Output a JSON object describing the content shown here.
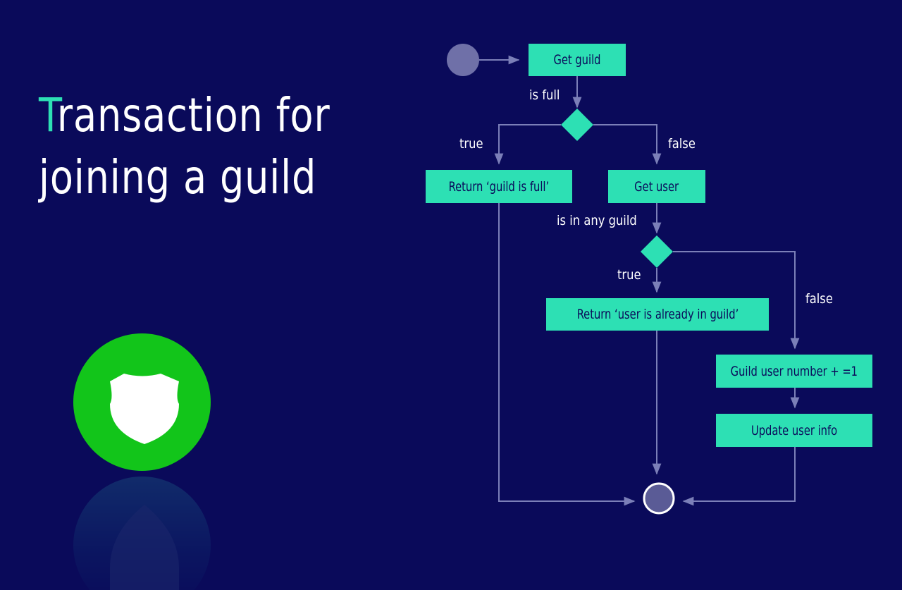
{
  "title": {
    "accent_letter": "T",
    "line1_rest": "ransaction for",
    "line2": "joining a guild"
  },
  "flow": {
    "nodes": {
      "get_guild": "Get guild",
      "return_full": "Return ‘guild is full’",
      "get_user": "Get user",
      "return_in_guild": "Return ‘user is already in guild’",
      "increment": "Guild user number + =1",
      "update": "Update user info"
    },
    "labels": {
      "is_full": "is full",
      "true_1": "true",
      "false_1": "false",
      "is_in_any_guild": "is in any guild",
      "true_2": "true",
      "false_2": "false"
    }
  },
  "colors": {
    "background": "#0a0a5a",
    "node": "#2de0b4",
    "line": "#7b7fb8",
    "badge": "#12c51a"
  },
  "icons": {
    "badge": "shield-icon"
  }
}
